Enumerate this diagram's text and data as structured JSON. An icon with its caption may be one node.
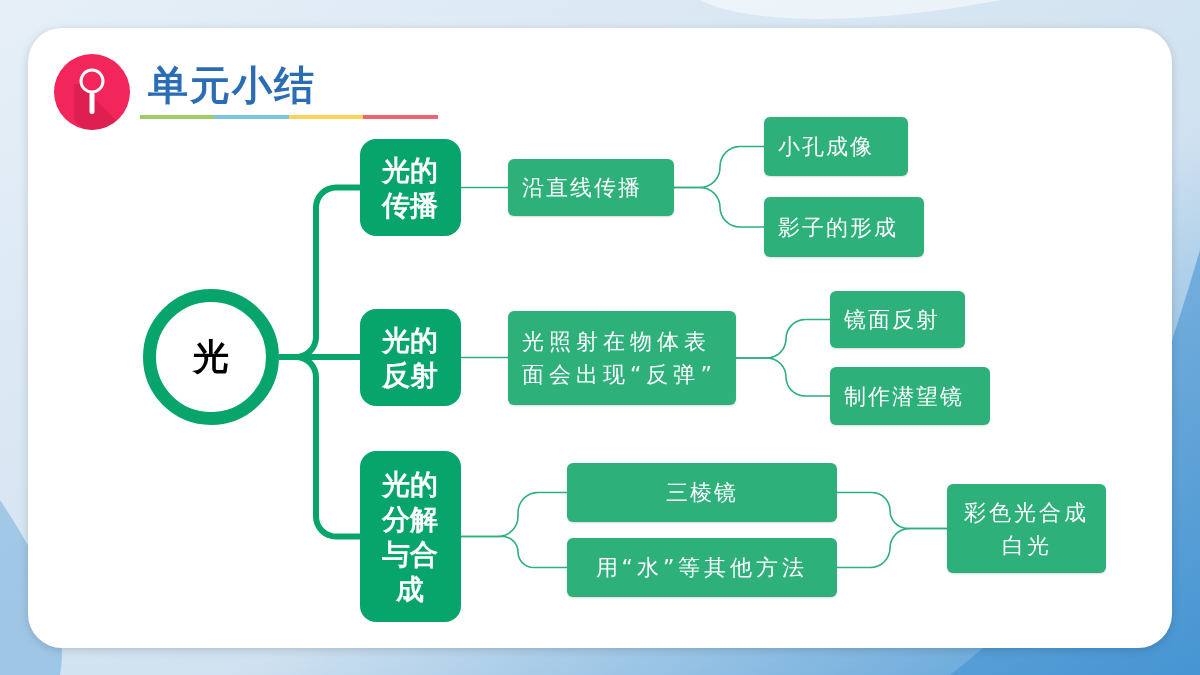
{
  "diagram": {
    "title": "单元小结",
    "nodes": [
      {
        "text": [
          "光"
        ]
      },
      {
        "text": [
          "光的传播"
        ]
      },
      {
        "text": [
          "光的反射"
        ]
      },
      {
        "text": [
          "光的分解与合成"
        ]
      },
      {
        "text": [
          "沿直线传播"
        ]
      },
      {
        "text": [
          "小孔成像"
        ]
      },
      {
        "text": [
          "影子的形成"
        ]
      },
      {
        "text": [
          "光照射在物体表面会出现“反弹”"
        ]
      },
      {
        "text": [
          "镜面反射"
        ]
      },
      {
        "text": [
          "制作潜望镜"
        ]
      },
      {
        "text": [
          "三棱镜"
        ]
      },
      {
        "text": [
          "用“水”等其他方法"
        ]
      },
      {
        "text": [
          "彩色光合成白光"
        ]
      }
    ],
    "edges": [
      {
        "from": 0,
        "to": 1,
        "arrow": "none",
        "style": "thick",
        "color": "#07a56b"
      },
      {
        "from": 0,
        "to": 2,
        "arrow": "none",
        "style": "thick",
        "color": "#07a56b"
      },
      {
        "from": 0,
        "to": 3,
        "arrow": "none",
        "style": "thick",
        "color": "#07a56b"
      },
      {
        "from": 1,
        "to": 4,
        "arrow": "none"
      },
      {
        "from": 4,
        "to": 5,
        "arrow": "none"
      },
      {
        "from": 4,
        "to": 6,
        "arrow": "none"
      },
      {
        "from": 2,
        "to": 7,
        "arrow": "none"
      },
      {
        "from": 7,
        "to": 8,
        "arrow": "none"
      },
      {
        "from": 7,
        "to": 9,
        "arrow": "none"
      },
      {
        "from": 3,
        "to": 10,
        "arrow": "none"
      },
      {
        "from": 3,
        "to": 11,
        "arrow": "none"
      },
      {
        "from": 10,
        "to": 12,
        "arrow": "none"
      },
      {
        "from": 11,
        "to": 12,
        "arrow": "none"
      }
    ]
  }
}
